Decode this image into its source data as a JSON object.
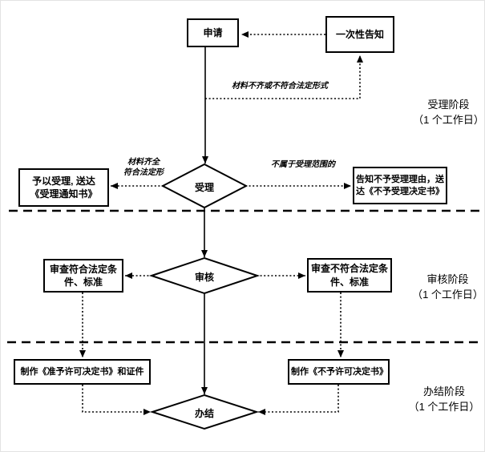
{
  "flowchart": {
    "nodes": {
      "apply": "申请",
      "notice": "一次性告知",
      "accept": "受理",
      "review": "审核",
      "finish": "办结",
      "accept_yes": [
        "予以受理, 送达",
        "《受理通知书》"
      ],
      "accept_no": [
        "告知不予受理理由，送",
        "达《不予受理决定书》"
      ],
      "review_pass": [
        "审查符合法定条",
        "件、标准"
      ],
      "review_fail": [
        "审查不符合法定条",
        "件、标准"
      ],
      "make_permit": "制作《准予许可决定书》和证件",
      "make_denial": "制作《不予许可决定书》"
    },
    "edge_labels": {
      "incomplete": "材料不齐或不符合法定形式",
      "materials_ok": [
        "材料齐全",
        "符合法定形"
      ],
      "out_of_scope": "不属于受理范围的"
    },
    "stages": [
      {
        "label": [
          "受理阶段",
          "（1 个工作日）"
        ]
      },
      {
        "label": [
          "审核阶段",
          "（1 个工作日）"
        ]
      },
      {
        "label": [
          "办结阶段",
          "（1 个工作日）"
        ]
      }
    ],
    "colors": {
      "line": "#000000",
      "background": "#ffffff"
    }
  }
}
